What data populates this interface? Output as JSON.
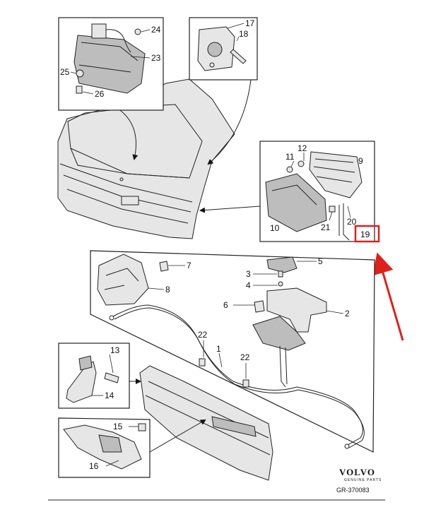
{
  "brand": {
    "name": "VOLVO",
    "tagline": "GENUINE PARTS",
    "reference": "GR-370083"
  },
  "highlight": {
    "target_label": "19",
    "color": "#e0201b"
  },
  "callouts": [
    {
      "label": "24"
    },
    {
      "label": "23"
    },
    {
      "label": "25"
    },
    {
      "label": "26"
    },
    {
      "label": "17"
    },
    {
      "label": "18"
    },
    {
      "label": "11"
    },
    {
      "label": "12"
    },
    {
      "label": "9"
    },
    {
      "label": "10"
    },
    {
      "label": "21"
    },
    {
      "label": "20"
    },
    {
      "label": "19"
    },
    {
      "label": "7"
    },
    {
      "label": "8"
    },
    {
      "label": "5"
    },
    {
      "label": "3"
    },
    {
      "label": "4"
    },
    {
      "label": "6"
    },
    {
      "label": "2"
    },
    {
      "label": "22"
    },
    {
      "label": "1"
    },
    {
      "label": "22"
    },
    {
      "label": "13"
    },
    {
      "label": "14"
    },
    {
      "label": "15"
    },
    {
      "label": "16"
    }
  ]
}
